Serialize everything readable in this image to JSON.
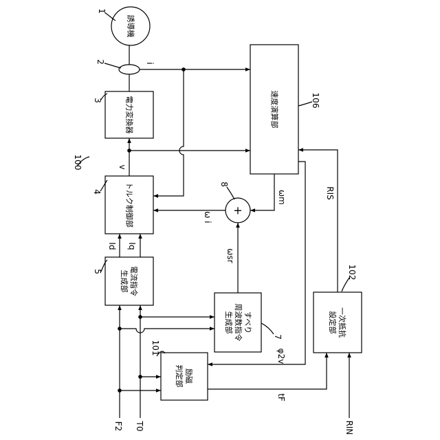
{
  "blocks": {
    "induction_motor": "誘導機",
    "power_converter": "電力変換器",
    "torque_controller": "トルク制御部",
    "current_command": [
      "電流指令",
      "生成部"
    ],
    "slip_frequency": [
      "すべり",
      "周波数指令",
      "生成部"
    ],
    "excitation_judge": [
      "励磁",
      "判定部"
    ],
    "speed_calc": "速度演算部",
    "primary_resistance": [
      "一次抵抗",
      "設定部"
    ]
  },
  "numbers": {
    "motor": "1",
    "sensor": "2",
    "converter": "3",
    "torque": "4",
    "current_cmd": "5",
    "slip": "7",
    "adder": "8",
    "system": "100",
    "excitation": "101",
    "resistance": "102",
    "speed": "106"
  },
  "signals": {
    "i": "i",
    "v": "v",
    "id": "Id",
    "iq": "Iq",
    "omega_i": "ω i",
    "omega_sr": "ωsr",
    "omega_m": "ωm",
    "ris": "RIS",
    "phi2v": "φ2v",
    "tf": "tF",
    "f2": "F2",
    "t0": "T0",
    "rin": "RIN",
    "plus": "+"
  }
}
